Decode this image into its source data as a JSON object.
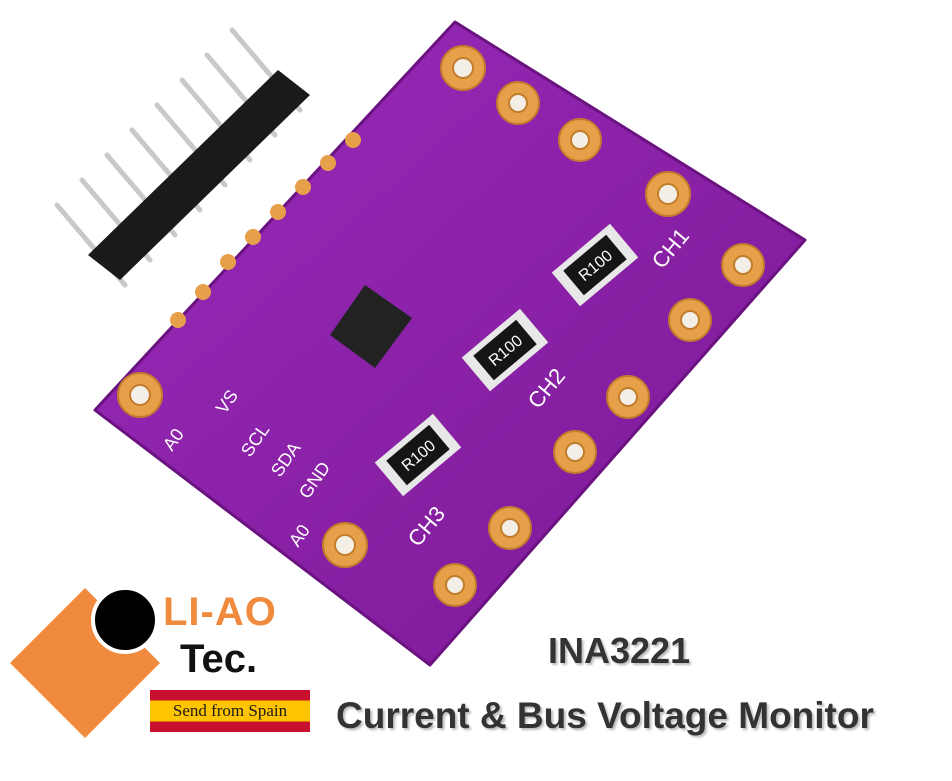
{
  "board": {
    "pin_labels": [
      "A0",
      "VS",
      "SCL",
      "SDA",
      "GND",
      "A0"
    ],
    "channels": [
      "CH1",
      "CH2",
      "CH3"
    ],
    "resistor_marking": "R100",
    "colors": {
      "pcb": "#8a1fa8",
      "pad": "#e6a04a",
      "header": "#1a1a1a"
    }
  },
  "logo": {
    "brand_line1": "LI-AO",
    "brand_line2": "Tec.",
    "ship_text": "Send from Spain",
    "colors": {
      "diamond": "#f08a3c",
      "dot": "#000000"
    }
  },
  "caption": {
    "product": "INA3221",
    "description": "Current & Bus Voltage Monitor"
  }
}
